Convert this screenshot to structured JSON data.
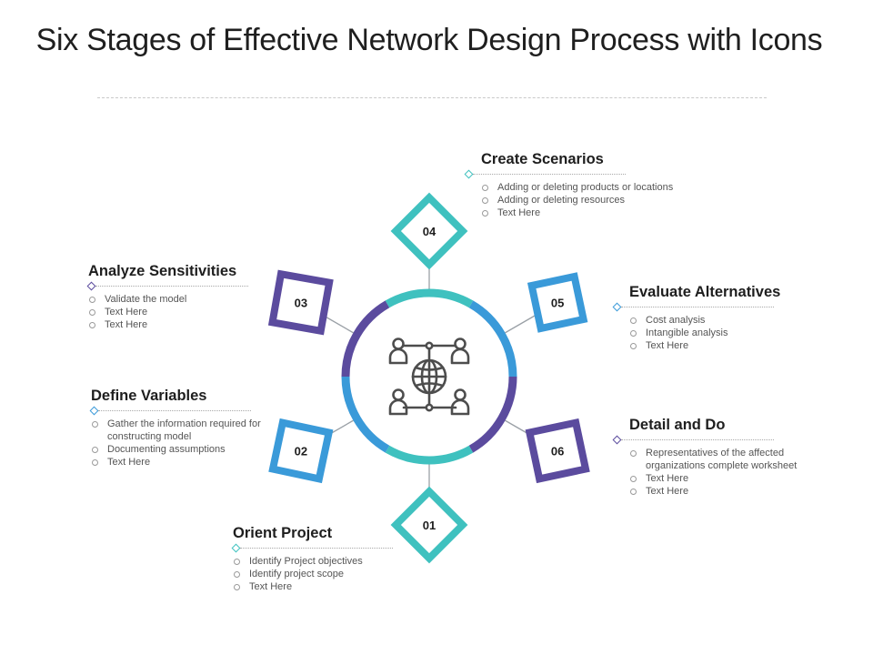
{
  "title": "Six Stages of Effective Network Design Process with Icons",
  "colors": {
    "teal": "#3fc1bf",
    "blue": "#3a9ad9",
    "purple": "#5b4b9e",
    "text": "#1e1e1e",
    "muted": "#555555"
  },
  "center_icon": "network-globe-users-icon",
  "stages": [
    {
      "number": "01",
      "title": "Orient Project",
      "items": [
        "Identify Project objectives",
        "Identify project scope",
        "Text Here"
      ],
      "color": "#3fc1bf",
      "marker_color": "#3fc1bf"
    },
    {
      "number": "02",
      "title": "Define Variables",
      "items": [
        "Gather the information required for constructing model",
        "Documenting assumptions",
        "Text Here"
      ],
      "color": "#3a9ad9",
      "marker_color": "#3a9ad9"
    },
    {
      "number": "03",
      "title": "Analyze Sensitivities",
      "items": [
        "Validate the model",
        "Text Here",
        "Text Here"
      ],
      "color": "#5b4b9e",
      "marker_color": "#5b4b9e"
    },
    {
      "number": "04",
      "title": "Create Scenarios",
      "items": [
        "Adding or deleting products or locations",
        "Adding or deleting resources",
        "Text Here"
      ],
      "color": "#3fc1bf",
      "marker_color": "#3fc1bf"
    },
    {
      "number": "05",
      "title": "Evaluate Alternatives",
      "items": [
        "Cost analysis",
        "Intangible analysis",
        "Text Here"
      ],
      "color": "#3a9ad9",
      "marker_color": "#3a9ad9"
    },
    {
      "number": "06",
      "title": "Detail and Do",
      "items": [
        "Representatives of the affected organizations complete worksheet",
        "Text Here",
        "Text Here"
      ],
      "color": "#5b4b9e",
      "marker_color": "#5b4b9e"
    }
  ]
}
